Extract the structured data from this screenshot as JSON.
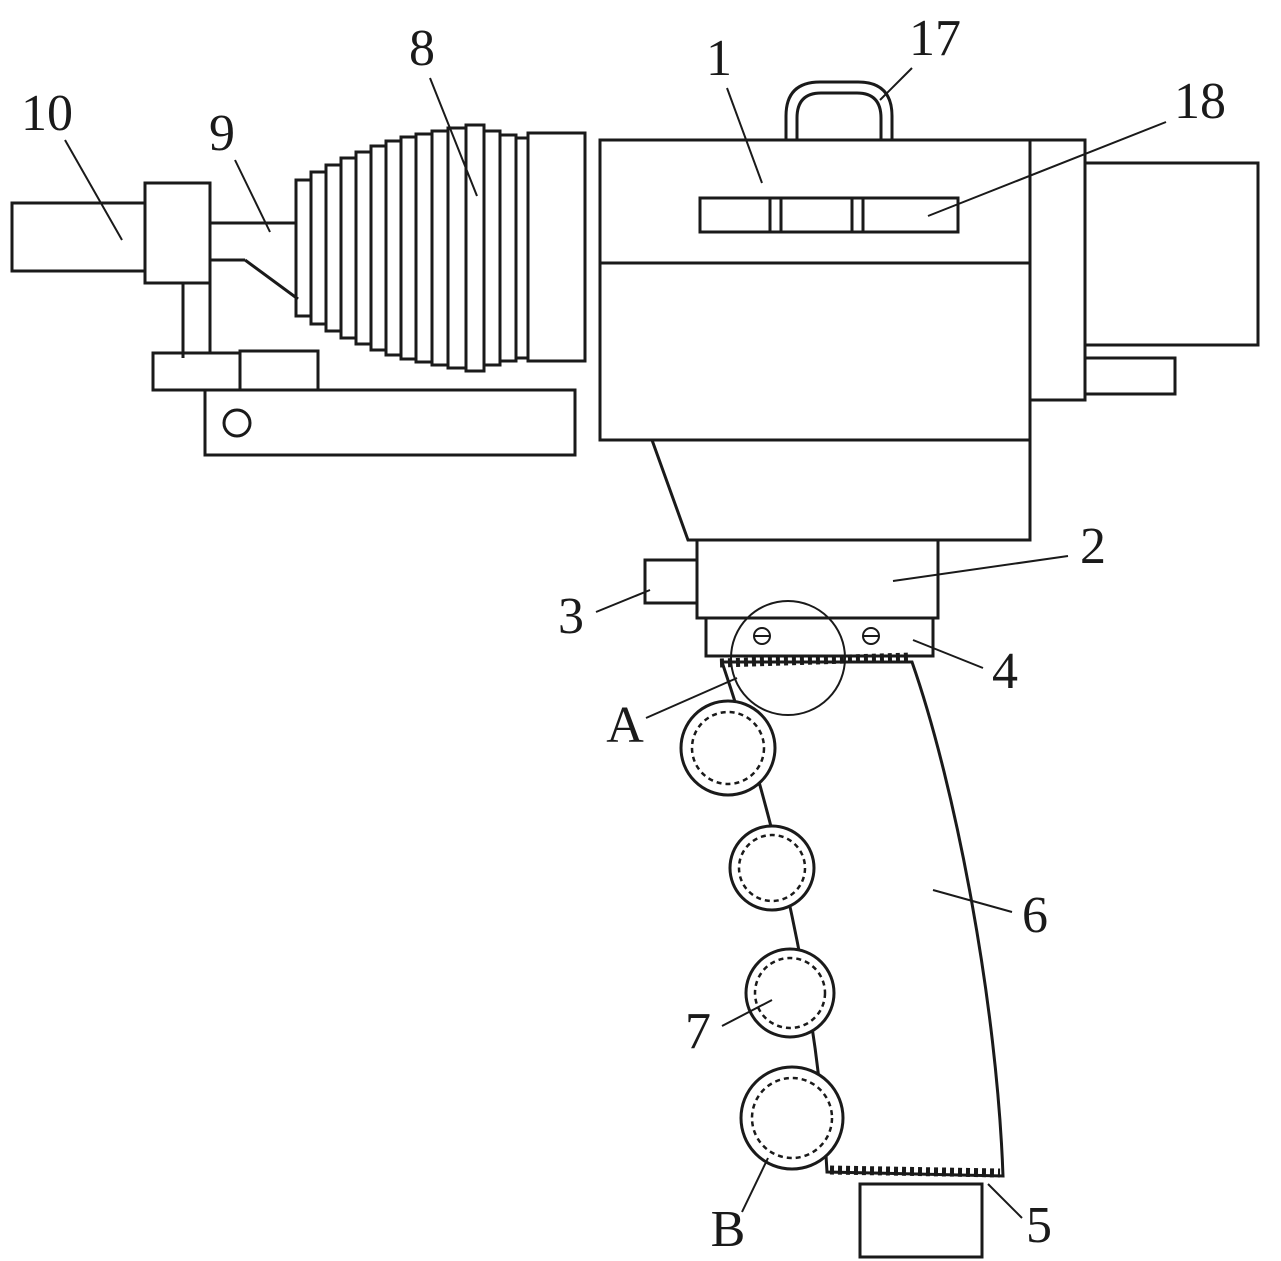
{
  "figure": {
    "type": "patent-line-drawing",
    "description": "Side-view line drawing of a pistol-grip tool with bellows-covered shaft, carry hook, top panel and finger-groove handle",
    "background_color": "#ffffff",
    "line_color": "#1a1a1a"
  },
  "labels": [
    {
      "text": "10"
    },
    {
      "text": "9"
    },
    {
      "text": "8"
    },
    {
      "text": "1"
    },
    {
      "text": "17"
    },
    {
      "text": "18"
    },
    {
      "text": "2"
    },
    {
      "text": "3"
    },
    {
      "text": "4"
    },
    {
      "text": "A"
    },
    {
      "text": "6"
    },
    {
      "text": "7"
    },
    {
      "text": "B"
    },
    {
      "text": "5"
    }
  ]
}
